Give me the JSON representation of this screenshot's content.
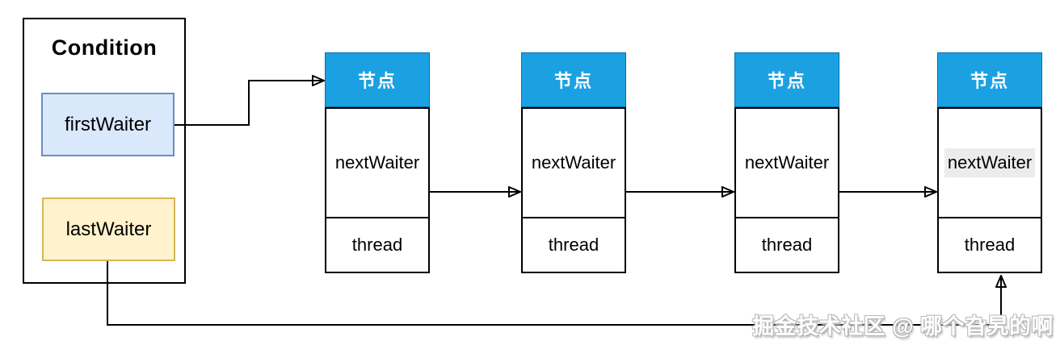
{
  "condition": {
    "title": "Condition",
    "first_waiter_label": "firstWaiter",
    "last_waiter_label": "lastWaiter"
  },
  "nodes": [
    {
      "header": "节点",
      "next_waiter_label": "nextWaiter",
      "thread_label": "thread",
      "next_waiter_highlighted": false
    },
    {
      "header": "节点",
      "next_waiter_label": "nextWaiter",
      "thread_label": "thread",
      "next_waiter_highlighted": false
    },
    {
      "header": "节点",
      "next_waiter_label": "nextWaiter",
      "thread_label": "thread",
      "next_waiter_highlighted": false
    },
    {
      "header": "节点",
      "next_waiter_label": "nextWaiter",
      "thread_label": "thread",
      "next_waiter_highlighted": true
    }
  ],
  "watermark": "掘金技术社区 @ 哪个旮旯的啊",
  "colors": {
    "node_header_fill": "#1ba1e2",
    "node_header_border": "#006eaf",
    "first_waiter_fill": "#dae8fc",
    "first_waiter_border": "#6c8ebf",
    "last_waiter_fill": "#fff2cc",
    "last_waiter_border": "#d6b656",
    "next_waiter_highlight": "#ececec",
    "line": "#000000"
  }
}
